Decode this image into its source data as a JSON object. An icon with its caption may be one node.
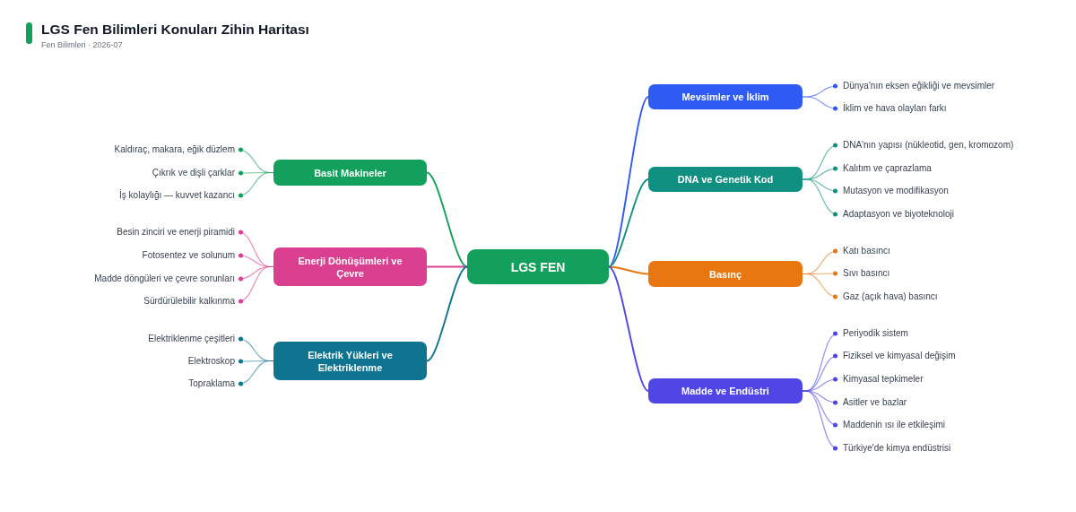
{
  "diagram": {
    "title": "LGS Fen Bilimleri Konuları Zihin Haritası",
    "nodes": [
      {
        "text": [
          "LGS FEN"
        ]
      },
      {
        "text": [
          "Basit Makineler"
        ]
      },
      {
        "text": [
          "Kaldıraç, makara, eğik düzlem"
        ]
      },
      {
        "text": [
          "Çıkrık ve dişli çarklar"
        ]
      },
      {
        "text": [
          "İş kolaylığı — kuvvet kazancı"
        ]
      },
      {
        "text": [
          "Enerji Dönüşümleri ve Çevre"
        ]
      },
      {
        "text": [
          "Besin zinciri ve enerji piramidi"
        ]
      },
      {
        "text": [
          "Fotosentez ve solunum"
        ]
      },
      {
        "text": [
          "Madde döngüleri ve çevre sorunları"
        ]
      },
      {
        "text": [
          "Sürdürülebilir kalkınma"
        ]
      },
      {
        "text": [
          "Elektrik Yükleri ve Elektriklenme"
        ]
      },
      {
        "text": [
          "Elektriklenme çeşitleri"
        ]
      },
      {
        "text": [
          "Elektroskop"
        ]
      },
      {
        "text": [
          "Topraklama"
        ]
      },
      {
        "text": [
          "Mevsimler ve İklim"
        ]
      },
      {
        "text": [
          "Dünya'nın eksen eğikliği ve mevsimler"
        ]
      },
      {
        "text": [
          "İklim ve hava olayları farkı"
        ]
      },
      {
        "text": [
          "DNA ve Genetik Kod"
        ]
      },
      {
        "text": [
          "DNA'nın yapısı (nükleotid, gen, kromozom)"
        ]
      },
      {
        "text": [
          "Kalıtım ve çaprazlama"
        ]
      },
      {
        "text": [
          "Mutasyon ve modifikasyon"
        ]
      },
      {
        "text": [
          "Adaptasyon ve biyoteknoloji"
        ]
      },
      {
        "text": [
          "Basınç"
        ]
      },
      {
        "text": [
          "Katı basıncı"
        ]
      },
      {
        "text": [
          "Sıvı basıncı"
        ]
      },
      {
        "text": [
          "Gaz (açık hava) basıncı"
        ]
      },
      {
        "text": [
          "Madde ve Endüstri"
        ]
      },
      {
        "text": [
          "Periyodik sistem"
        ]
      },
      {
        "text": [
          "Fiziksel ve kimyasal değişim"
        ]
      },
      {
        "text": [
          "Kimyasal tepkimeler"
        ]
      },
      {
        "text": [
          "Asitler ve bazlar"
        ]
      },
      {
        "text": [
          "Maddenin ısı ile etkileşimi"
        ]
      },
      {
        "text": [
          "Türkiye'de kimya endüstrisi"
        ]
      }
    ],
    "edges": [
      {
        "from": 0,
        "to": 1,
        "arrow": "none",
        "color": "#12a05c"
      },
      {
        "from": 0,
        "to": 5,
        "arrow": "none",
        "color": "#db4090"
      },
      {
        "from": 0,
        "to": 10,
        "arrow": "none",
        "color": "#0e7490"
      },
      {
        "from": 0,
        "to": 14,
        "arrow": "none",
        "color": "#2f5bf5"
      },
      {
        "from": 0,
        "to": 17,
        "arrow": "none",
        "color": "#0f9080"
      },
      {
        "from": 0,
        "to": 22,
        "arrow": "none",
        "color": "#e8770f"
      },
      {
        "from": 0,
        "to": 26,
        "arrow": "none",
        "color": "#4f46e5"
      },
      {
        "from": 1,
        "to": 2,
        "arrow": "other",
        "color": "#12a05c"
      },
      {
        "from": 1,
        "to": 3,
        "arrow": "other",
        "color": "#12a05c"
      },
      {
        "from": 1,
        "to": 4,
        "arrow": "other",
        "color": "#12a05c"
      },
      {
        "from": 5,
        "to": 6,
        "arrow": "other",
        "color": "#db4090"
      },
      {
        "from": 5,
        "to": 7,
        "arrow": "other",
        "color": "#db4090"
      },
      {
        "from": 5,
        "to": 8,
        "arrow": "other",
        "color": "#db4090"
      },
      {
        "from": 5,
        "to": 9,
        "arrow": "other",
        "color": "#db4090"
      },
      {
        "from": 10,
        "to": 11,
        "arrow": "other",
        "color": "#0e7490"
      },
      {
        "from": 10,
        "to": 12,
        "arrow": "other",
        "color": "#0e7490"
      },
      {
        "from": 10,
        "to": 13,
        "arrow": "other",
        "color": "#0e7490"
      },
      {
        "from": 14,
        "to": 15,
        "arrow": "other",
        "color": "#2f5bf5"
      },
      {
        "from": 14,
        "to": 16,
        "arrow": "other",
        "color": "#2f5bf5"
      },
      {
        "from": 17,
        "to": 18,
        "arrow": "other",
        "color": "#0f9080"
      },
      {
        "from": 17,
        "to": 19,
        "arrow": "other",
        "color": "#0f9080"
      },
      {
        "from": 17,
        "to": 20,
        "arrow": "other",
        "color": "#0f9080"
      },
      {
        "from": 17,
        "to": 21,
        "arrow": "other",
        "color": "#0f9080"
      },
      {
        "from": 22,
        "to": 23,
        "arrow": "other",
        "color": "#e8770f"
      },
      {
        "from": 22,
        "to": 24,
        "arrow": "other",
        "color": "#e8770f"
      },
      {
        "from": 22,
        "to": 25,
        "arrow": "other",
        "color": "#e8770f"
      },
      {
        "from": 26,
        "to": 27,
        "arrow": "other",
        "color": "#4f46e5"
      },
      {
        "from": 26,
        "to": 28,
        "arrow": "other",
        "color": "#4f46e5"
      },
      {
        "from": 26,
        "to": 29,
        "arrow": "other",
        "color": "#4f46e5"
      },
      {
        "from": 26,
        "to": 30,
        "arrow": "other",
        "color": "#4f46e5"
      },
      {
        "from": 26,
        "to": 31,
        "arrow": "other",
        "color": "#4f46e5"
      },
      {
        "from": 26,
        "to": 32,
        "arrow": "other",
        "color": "#4f46e5"
      }
    ],
    "labels": [
      "Fen Bilimleri · 2026-07"
    ]
  }
}
